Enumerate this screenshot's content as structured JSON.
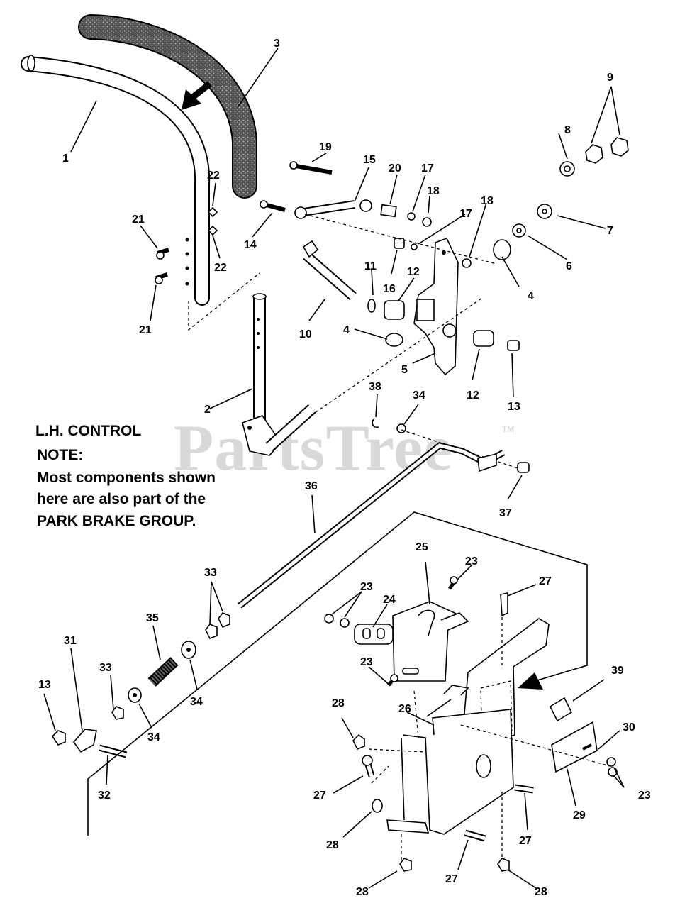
{
  "watermark": {
    "text": "PartsTree",
    "tm": "TM"
  },
  "note": {
    "title": "L.H. CONTROL",
    "heading": "NOTE:",
    "line1": "Most components shown",
    "line2": "here are also part  of the",
    "line3": "PARK BRAKE GROUP."
  },
  "callouts": [
    {
      "id": "c1",
      "label": "1"
    },
    {
      "id": "c2",
      "label": "2"
    },
    {
      "id": "c3",
      "label": "3"
    },
    {
      "id": "c4a",
      "label": "4"
    },
    {
      "id": "c4b",
      "label": "4"
    },
    {
      "id": "c5",
      "label": "5"
    },
    {
      "id": "c6",
      "label": "6"
    },
    {
      "id": "c7",
      "label": "7"
    },
    {
      "id": "c8",
      "label": "8"
    },
    {
      "id": "c9",
      "label": "9"
    },
    {
      "id": "c10",
      "label": "10"
    },
    {
      "id": "c11",
      "label": "11"
    },
    {
      "id": "c12a",
      "label": "12"
    },
    {
      "id": "c12b",
      "label": "12"
    },
    {
      "id": "c13a",
      "label": "13"
    },
    {
      "id": "c13b",
      "label": "13"
    },
    {
      "id": "c14",
      "label": "14"
    },
    {
      "id": "c15",
      "label": "15"
    },
    {
      "id": "c16",
      "label": "16"
    },
    {
      "id": "c17a",
      "label": "17"
    },
    {
      "id": "c17b",
      "label": "17"
    },
    {
      "id": "c18a",
      "label": "18"
    },
    {
      "id": "c18b",
      "label": "18"
    },
    {
      "id": "c19",
      "label": "19"
    },
    {
      "id": "c20",
      "label": "20"
    },
    {
      "id": "c21a",
      "label": "21"
    },
    {
      "id": "c21b",
      "label": "21"
    },
    {
      "id": "c22a",
      "label": "22"
    },
    {
      "id": "c22b",
      "label": "22"
    },
    {
      "id": "c23a",
      "label": "23"
    },
    {
      "id": "c23b",
      "label": "23"
    },
    {
      "id": "c23c",
      "label": "23"
    },
    {
      "id": "c23d",
      "label": "23"
    },
    {
      "id": "c24",
      "label": "24"
    },
    {
      "id": "c25",
      "label": "25"
    },
    {
      "id": "c26",
      "label": "26"
    },
    {
      "id": "c27a",
      "label": "27"
    },
    {
      "id": "c27b",
      "label": "27"
    },
    {
      "id": "c27c",
      "label": "27"
    },
    {
      "id": "c27d",
      "label": "27"
    },
    {
      "id": "c28a",
      "label": "28"
    },
    {
      "id": "c28b",
      "label": "28"
    },
    {
      "id": "c28c",
      "label": "28"
    },
    {
      "id": "c28d",
      "label": "28"
    },
    {
      "id": "c29",
      "label": "29"
    },
    {
      "id": "c30",
      "label": "30"
    },
    {
      "id": "c31",
      "label": "31"
    },
    {
      "id": "c32",
      "label": "32"
    },
    {
      "id": "c33a",
      "label": "33"
    },
    {
      "id": "c33b",
      "label": "33"
    },
    {
      "id": "c34a",
      "label": "34"
    },
    {
      "id": "c34b",
      "label": "34"
    },
    {
      "id": "c34c",
      "label": "34"
    },
    {
      "id": "c35",
      "label": "35"
    },
    {
      "id": "c36",
      "label": "36"
    },
    {
      "id": "c37",
      "label": "37"
    },
    {
      "id": "c38",
      "label": "38"
    },
    {
      "id": "c39",
      "label": "39"
    }
  ]
}
